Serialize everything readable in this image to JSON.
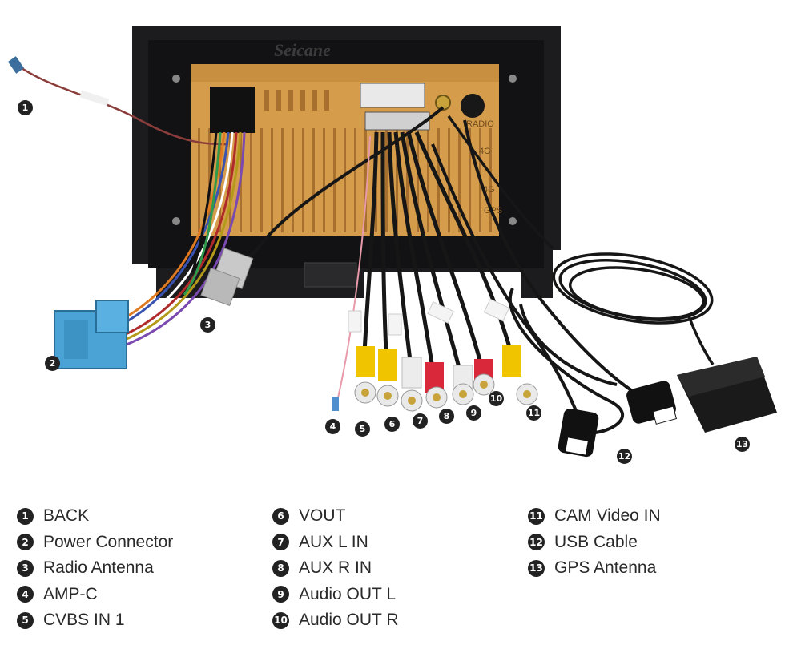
{
  "brand": "Seicane",
  "unit_labels": {
    "radio": "RADIO",
    "port_4g_top": "4G",
    "port_4g": "4G",
    "gps": "GPS"
  },
  "callouts": [
    {
      "number": "1",
      "label": "BACK"
    },
    {
      "number": "2",
      "label": "Power Connector"
    },
    {
      "number": "3",
      "label": "Radio Antenna"
    },
    {
      "number": "4",
      "label": "AMP-C"
    },
    {
      "number": "5",
      "label": "CVBS IN 1"
    },
    {
      "number": "6",
      "label": "VOUT"
    },
    {
      "number": "7",
      "label": "AUX L IN"
    },
    {
      "number": "8",
      "label": "AUX R IN"
    },
    {
      "number": "9",
      "label": "Audio OUT L"
    },
    {
      "number": "10",
      "label": "Audio OUT R"
    },
    {
      "number": "11",
      "label": "CAM Video IN"
    },
    {
      "number": "12",
      "label": "USB Cable"
    },
    {
      "number": "13",
      "label": "GPS Antenna"
    }
  ],
  "colors": {
    "frame": "#1c1c1e",
    "chassis": "#d59c4c",
    "chassis_dark": "#a8702e",
    "power_connector": "#4aa3d4",
    "rca_yellow": "#f1c400",
    "rca_white": "#ececec",
    "rca_red": "#d8283a",
    "cable": "#161616",
    "marker": "#222222"
  }
}
